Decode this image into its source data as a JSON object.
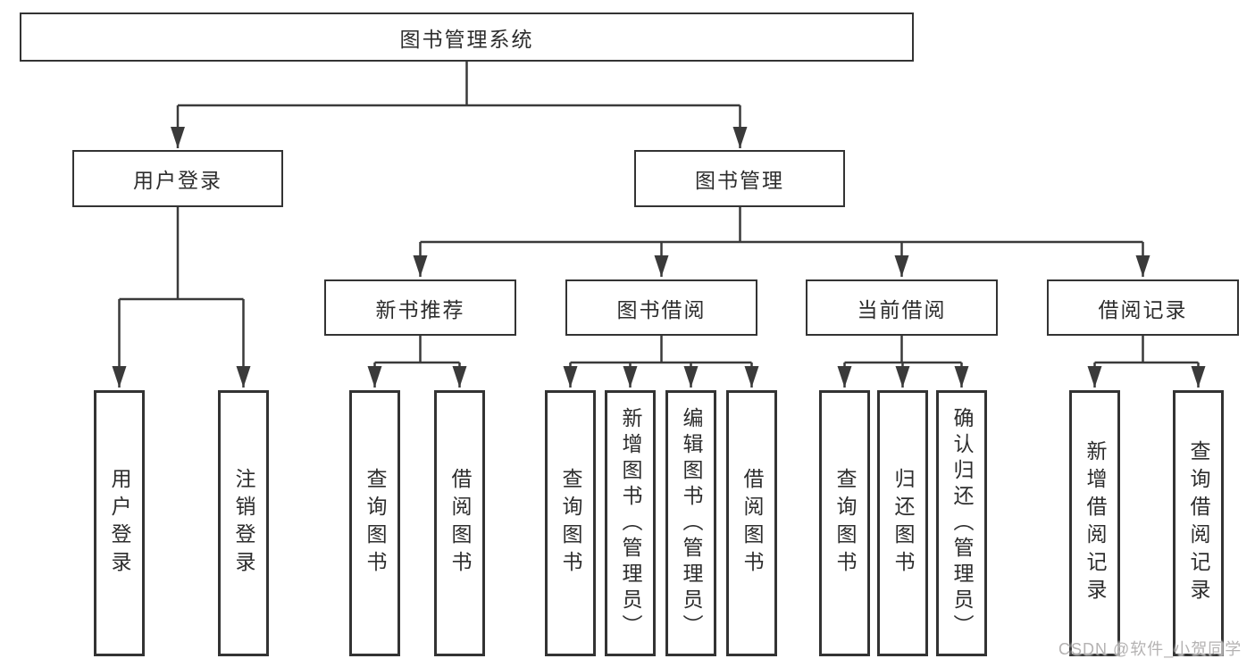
{
  "root": {
    "label": "图书管理系统"
  },
  "branches": [
    {
      "label": "用户登录"
    },
    {
      "label": "图书管理"
    }
  ],
  "sections": [
    {
      "label": "新书推荐"
    },
    {
      "label": "图书借阅"
    },
    {
      "label": "当前借阅"
    },
    {
      "label": "借阅记录"
    }
  ],
  "leaves": [
    {
      "label": "用户登录"
    },
    {
      "label": "注销登录"
    },
    {
      "label": "查询图书"
    },
    {
      "label": "借阅图书"
    },
    {
      "label": "查询图书"
    },
    {
      "label": "新增图书（管理员）"
    },
    {
      "label": "编辑图书（管理员）"
    },
    {
      "label": "借阅图书"
    },
    {
      "label": "查询图书"
    },
    {
      "label": "归还图书"
    },
    {
      "label": "确认归还（管理员）"
    },
    {
      "label": "新增借阅记录"
    },
    {
      "label": "查询借阅记录"
    }
  ],
  "watermark": {
    "text": "CSDN @软件_小贺同学"
  },
  "colors": {
    "line": "#3a3a3a",
    "box_border": "#333333",
    "text": "#2d2d2d",
    "watermark": "#b4b2b2",
    "background": "#ffffff"
  }
}
